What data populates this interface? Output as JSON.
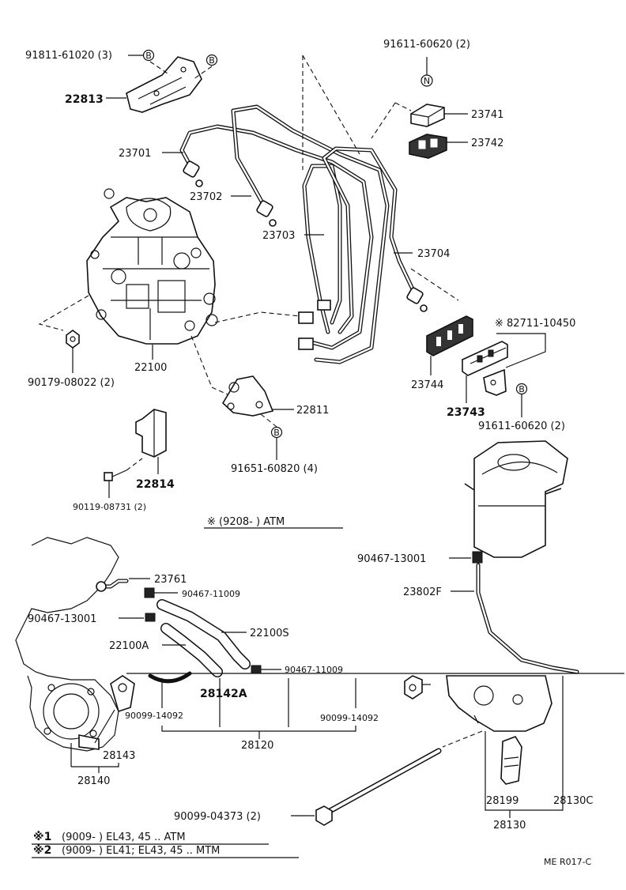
{
  "labels": {
    "p91811": "91811-61020 (3)",
    "p22813": "22813",
    "p23701": "23701",
    "p23702": "23702",
    "p23703": "23703",
    "p23704": "23704",
    "p91611_top": "91611-60620 (2)",
    "p23741": "23741",
    "p23742": "23742",
    "p82711": "※ 82711-10450",
    "p23744": "23744",
    "p23743": "23743",
    "p91611_mid": "91611-60620 (2)",
    "p90179": "90179-08022 (2)",
    "p22100": "22100",
    "p22811": "22811",
    "p91651": "91651-60820 (4)",
    "p22814": "22814",
    "p90119": "90119-08731 (2)",
    "atm_note": "※ (9208-        ) ATM",
    "p90467_13001_r": "90467-13001",
    "p23802F": "23802F",
    "p23761": "23761",
    "p90467_11009_a": "90467-11009",
    "p90467_13001_l": "90467-13001",
    "p22100S": "22100S",
    "p22100A": "22100A",
    "p90467_11009_b": "90467-11009",
    "p28142A": "28142A",
    "p90099_14092_l": "90099-14092",
    "p90099_14092_r": "90099-14092",
    "p28120": "28120",
    "p28143": "28143",
    "p28140": "28140",
    "p90099_04373": "90099-04373 (2)",
    "p28199": "28199",
    "p28130C": "28130C",
    "p28130": "28130",
    "note1_mark": "※1",
    "note1_text": "(9009-          ) EL43, 45 .. ATM",
    "note2_mark": "※2",
    "note2_text": "(9009-          ) EL41; EL43, 45 .. MTM",
    "drawing_code": "ME R017-C",
    "marker_b": "B",
    "marker_n": "N"
  }
}
